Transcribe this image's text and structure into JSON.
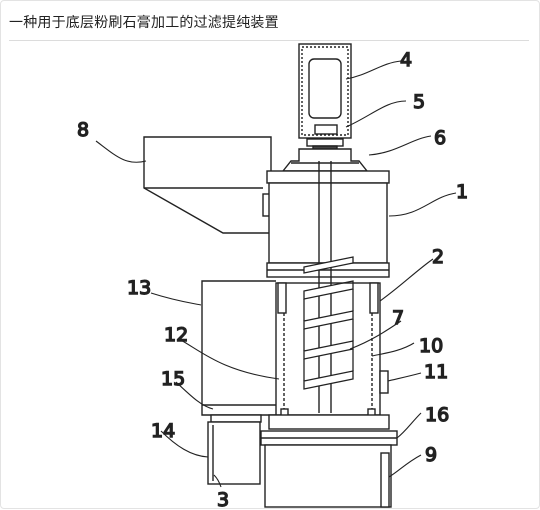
{
  "page": {
    "title": "一种用于底层粉刷石膏加工的过滤提纯装置"
  },
  "diagram": {
    "labels": [
      "1",
      "2",
      "3",
      "4",
      "5",
      "6",
      "7",
      "8",
      "9",
      "10",
      "11",
      "12",
      "13",
      "14",
      "15",
      "16"
    ]
  }
}
